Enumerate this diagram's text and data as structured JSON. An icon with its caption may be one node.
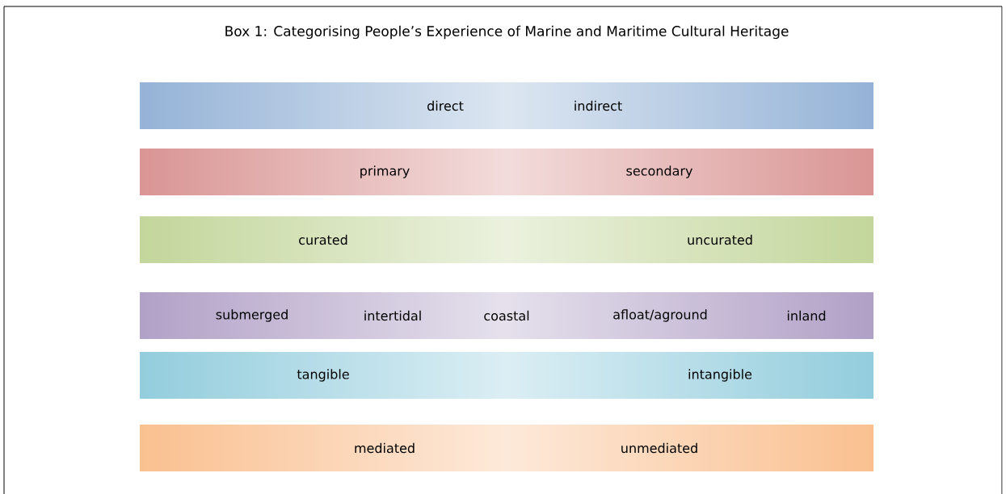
{
  "diagram": {
    "title": "Box 1: Categorising People’s Experience of Marine and Maritime Cultural Heritage",
    "nodes": [
      {
        "text": [
          "direct",
          "indirect"
        ]
      },
      {
        "text": [
          "primary",
          "secondary"
        ]
      },
      {
        "text": [
          "curated",
          "uncurated"
        ]
      },
      {
        "text": [
          "submerged",
          "intertidal",
          "coastal",
          "afloat/aground",
          "inland"
        ]
      },
      {
        "text": [
          "tangible",
          "intangible"
        ]
      },
      {
        "text": [
          "mediated",
          "unmediated"
        ]
      }
    ]
  }
}
